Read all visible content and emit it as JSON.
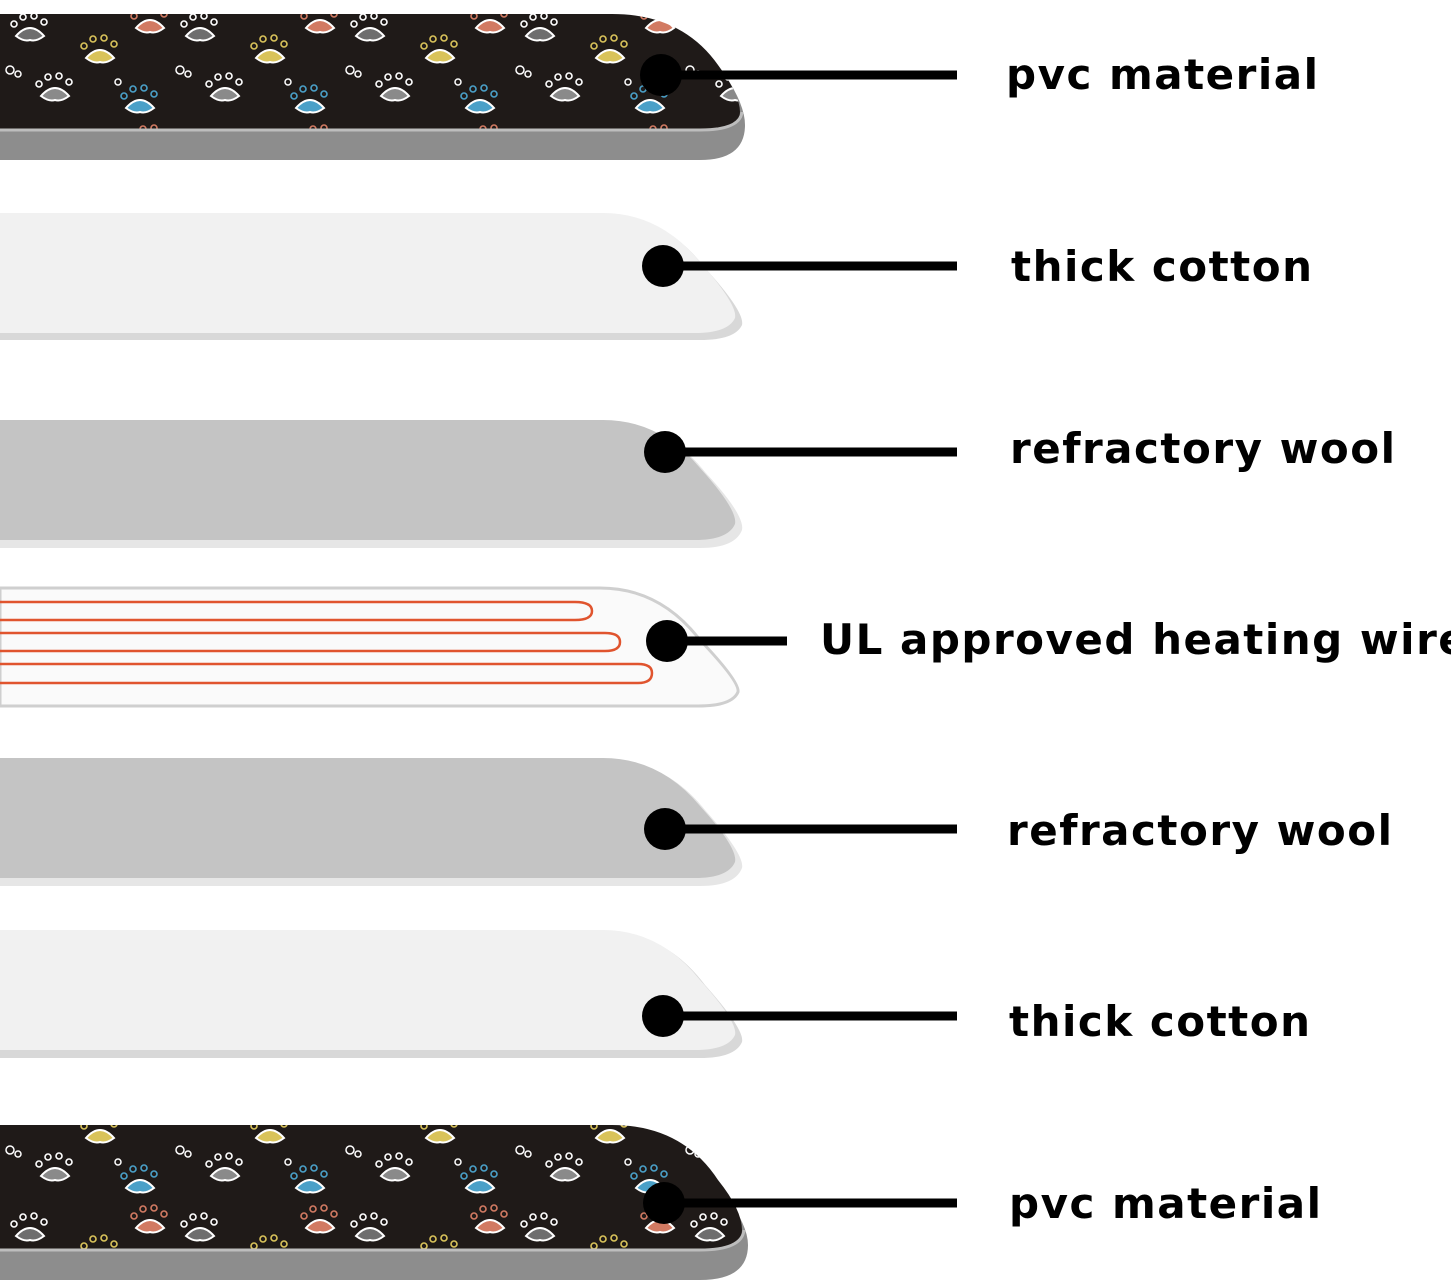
{
  "layers": [
    {
      "label": "pvc material",
      "kind": "pvc"
    },
    {
      "label": "thick cotton",
      "kind": "cotton"
    },
    {
      "label": "refractory wool",
      "kind": "wool"
    },
    {
      "label": "UL approved heating wire",
      "kind": "wire"
    },
    {
      "label": "refractory wool",
      "kind": "wool"
    },
    {
      "label": "thick cotton",
      "kind": "cotton"
    },
    {
      "label": "pvc material",
      "kind": "pvc"
    }
  ],
  "colors": {
    "pvc_top": "#1f1a18",
    "pvc_edge": "#8a8a8a",
    "cotton": "#f1f1f1",
    "cotton_edge": "#d6d6d6",
    "wool": "#c4c4c4",
    "wool_edge": "#e6e6e6",
    "wire_pad": "#fafafa",
    "wire_line": "#e0542e",
    "connector": "#000000",
    "paw_white": "#ffffff",
    "paw_grey": "#7a7a7a",
    "paw_yellow": "#d9c35a",
    "paw_blue": "#4aa0c8",
    "paw_orange": "#d27a62"
  }
}
